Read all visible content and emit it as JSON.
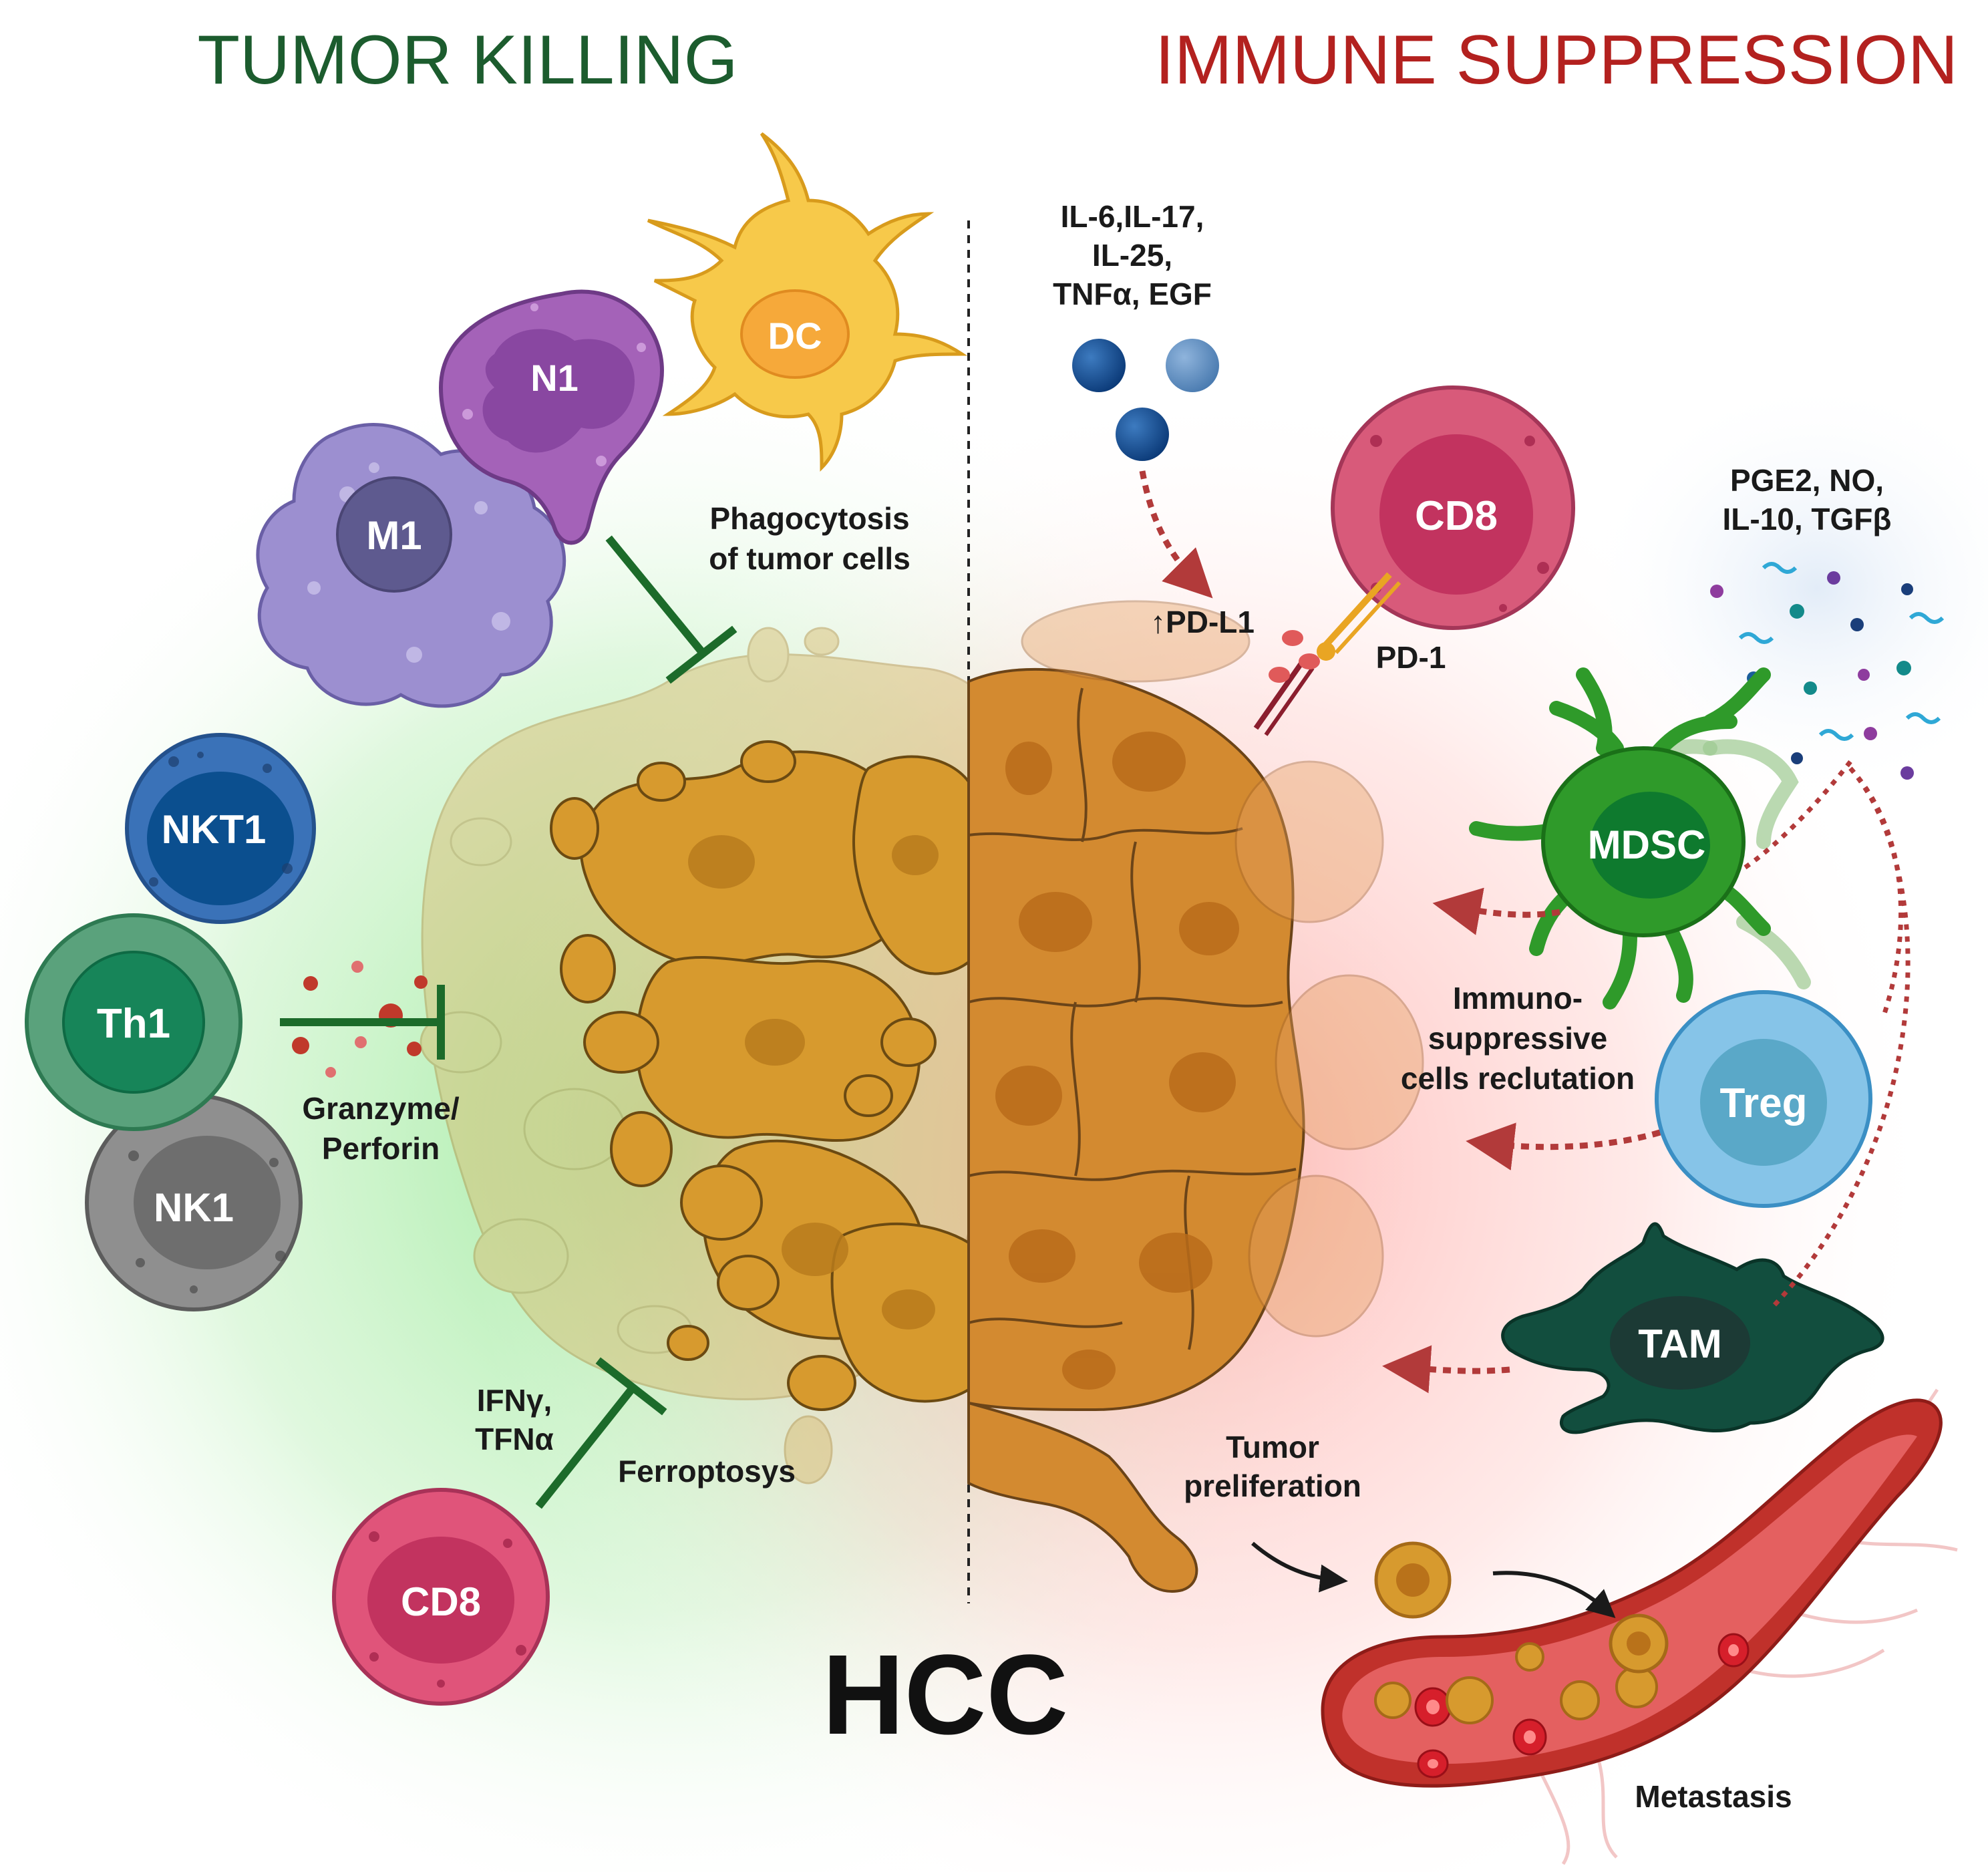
{
  "headings": {
    "left": "TUMOR KILLING",
    "right": "IMMUNE SUPPRESSION",
    "center": "HCC"
  },
  "colors": {
    "left_heading": "#1c5c2e",
    "right_heading": "#b3211f",
    "tumor": "#d79a2e",
    "inhibit_line": "#1c6b2a",
    "suppress_arrow": "#b23a3a"
  },
  "cells": {
    "dc": "DC",
    "n1": "N1",
    "m1": "M1",
    "nkt1": "NKT1",
    "th1": "Th1",
    "nk1": "NK1",
    "cd8_left": "CD8",
    "cd8_right": "CD8",
    "mdsc": "MDSC",
    "treg": "Treg",
    "tam": "TAM"
  },
  "labels": {
    "phagocytosis_1": "Phagocytosis",
    "phagocytosis_2": "of tumor cells",
    "granzyme_1": "Granzyme/",
    "granzyme_2": "Perforin",
    "ifn_1": "IFNγ,",
    "ifn_2": "TFNα",
    "ferroptosis": "Ferroptosys",
    "cytokines_1": "IL-6,IL-17,",
    "cytokines_2": "IL-25,",
    "cytokines_3": "TNFα, EGF",
    "pdl1": "↑PD-L1",
    "pd1": "PD-1",
    "pge2_1": "PGE2, NO,",
    "pge2_2": "IL-10, TGFβ",
    "immuno_1": "Immuno-",
    "immuno_2": "suppressive",
    "immuno_3": "cells reclutation",
    "tumor_1": "Tumor",
    "tumor_2": "preliferation",
    "metastasis": "Metastasis"
  }
}
